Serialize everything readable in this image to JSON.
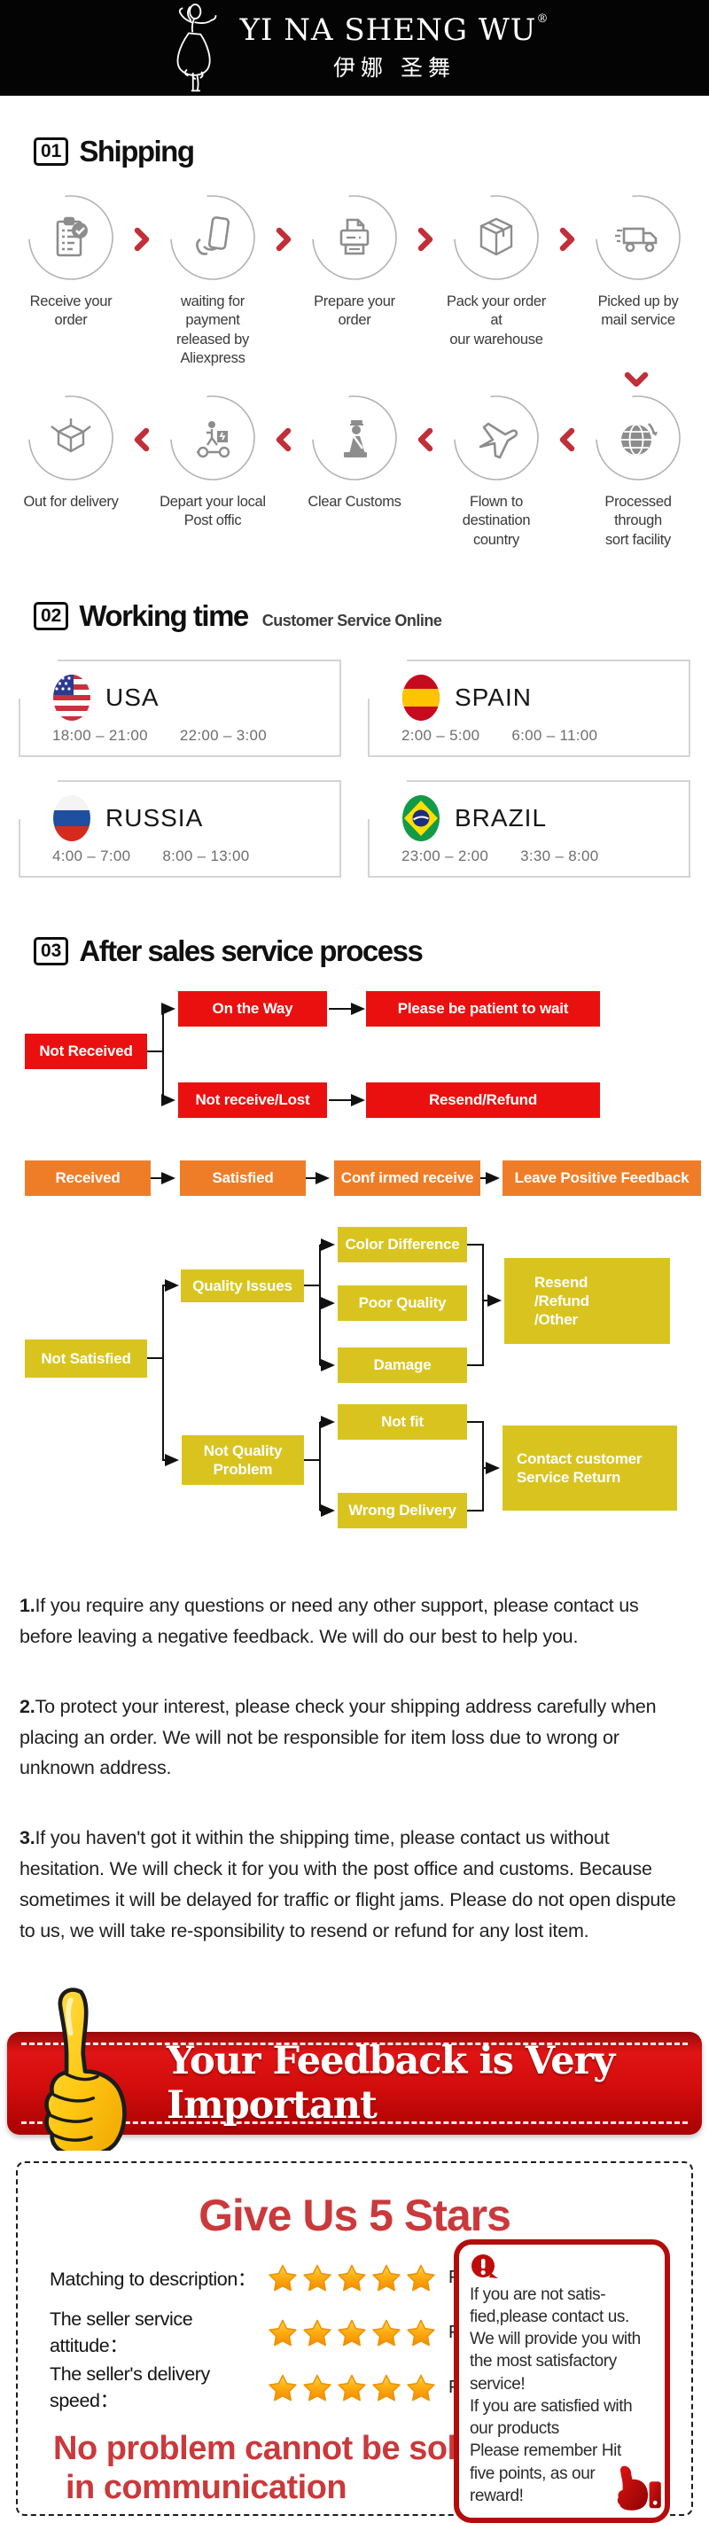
{
  "brand": {
    "name": "YI NA SHENG WU",
    "reg": "®",
    "chinese": "伊娜 圣舞"
  },
  "colors": {
    "flow_red": "#ea100f",
    "flow_orange": "#ef7d28",
    "flow_yellow": "#d9c41f",
    "chevron_red": "#c12f39",
    "banner_red": "#d20c0c",
    "title_red": "#ca393b",
    "star_orange": "#f59b00",
    "notice_border_red": "#b40c0c"
  },
  "shipping": {
    "num": "01",
    "title": "Shipping",
    "row1": [
      {
        "label": "Receive your order",
        "icon": "clipboard-check-icon"
      },
      {
        "label": "waiting for payment\nreleased by Aliexpress",
        "icon": "payment-card-icon"
      },
      {
        "label": "Prepare your order",
        "icon": "printer-icon"
      },
      {
        "label": "Pack your order at\nour warehouse",
        "icon": "package-icon"
      },
      {
        "label": "Picked up by\nmail service",
        "icon": "delivery-truck-icon"
      }
    ],
    "row2": [
      {
        "label": "Out  for delivery",
        "icon": "open-box-icon"
      },
      {
        "label": "Depart your local\nPost offic",
        "icon": "delivery-scooter-icon"
      },
      {
        "label": "Clear Customs",
        "icon": "customs-officer-icon"
      },
      {
        "label": "Flown to\ndestination country",
        "icon": "airplane-icon"
      },
      {
        "label": "Processed through\nsort facility",
        "icon": "globe-icon"
      }
    ]
  },
  "working_time": {
    "num": "02",
    "title": "Working time",
    "subtitle": "Customer Service Online",
    "cards": [
      {
        "country": "USA",
        "flag": "usa-flag-icon",
        "time1": "18:00 – 21:00",
        "time2": "22:00 – 3:00"
      },
      {
        "country": "SPAIN",
        "flag": "spain-flag-icon",
        "time1": "2:00 – 5:00",
        "time2": "6:00 – 11:00"
      },
      {
        "country": "RUSSIA",
        "flag": "russia-flag-icon",
        "time1": "4:00 – 7:00",
        "time2": "8:00 – 13:00"
      },
      {
        "country": "BRAZIL",
        "flag": "brazil-flag-icon",
        "time1": "23:00 – 2:00",
        "time2": "3:30 – 8:00"
      }
    ]
  },
  "after_sales": {
    "num": "03",
    "title": "After sales service process",
    "flow": {
      "not_received": "Not Received",
      "on_the_way": "On the Way",
      "patient": "Please be patient to wait",
      "not_receive_lost": "Not receive/Lost",
      "resend_refund": "Resend/Refund",
      "received": "Received",
      "satisfied": "Satisfied",
      "confirmed": "Conf irmed receive",
      "leave_feedback": "Leave Positive Feedback",
      "not_satisfied": "Not Satisfied",
      "quality_issues": "Quality Issues",
      "color_difference": "Color Difference",
      "poor_quality": "Poor Quality",
      "damage": "Damage",
      "resend_refund_other": "Resend\n/Refund\n/Other",
      "not_quality_problem": "Not Quality\nProblem",
      "not_fit": "Not fit",
      "wrong_delivery": "Wrong Delivery",
      "contact_customer": "Contact customer\nService Return"
    }
  },
  "notes": [
    {
      "n": "1.",
      "text": "If you require any questions or need any other support, please contact us before leaving a negative feedback. We will do our best to help you."
    },
    {
      "n": "2.",
      "text": "To protect your interest, please check your shipping address carefully when placing an order. We will not be responsible for item loss due to wrong or unknown address."
    },
    {
      "n": "3.",
      "text": "If you haven't got it within the shipping time, please contact us without hesitation. We will check it for you with the post office and customs. Because sometimes it will be delayed for traffic or flight jams. Please do not open dispute to us, we will take re-sponsibility to resend or refund for any lost item."
    }
  ],
  "banner": {
    "text": "Your Feedback is Very Important",
    "icon": "thumbs-up-icon"
  },
  "stars": {
    "title": "Give Us 5 Stars",
    "rows": [
      {
        "label": "Matching to description：",
        "stars": 5,
        "suffix": "Five points"
      },
      {
        "label": "The seller service attitude：",
        "stars": 5,
        "suffix": "Five points"
      },
      {
        "label": "The seller's delivery speed：",
        "stars": 5,
        "suffix": "Five points"
      }
    ],
    "slogan_line1": "No problem cannot be solved",
    "slogan_line2": "in communication",
    "notice": "If you are not satis-\nfied,please contact us.\nWe will provide you with\nthe most satisfactory\nservice!\nIf you are satisfied with\nour products\nPlease remember Hit\nfive points, as our\nreward!"
  }
}
